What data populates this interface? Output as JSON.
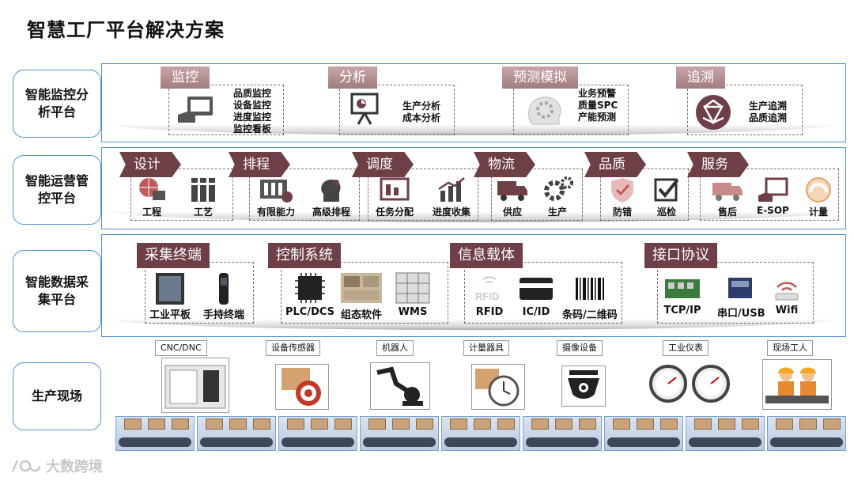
{
  "title": "智慧工厂平台解决方案",
  "row_labels": [
    "智能监控分析平台",
    "智能运营管控平台",
    "智能数据采集平台",
    "生产现场"
  ],
  "monitor": [
    {
      "tag": "监控",
      "items": [
        "品质监控",
        "设备监控",
        "进度监控",
        "监控看板"
      ]
    },
    {
      "tag": "分析",
      "items": [
        "生产分析",
        "成本分析"
      ]
    },
    {
      "tag": "预测模拟",
      "items": [
        "业务预警",
        "质量SPC",
        "产能预测"
      ]
    },
    {
      "tag": "追溯",
      "items": [
        "生产追溯",
        "品质追溯"
      ]
    }
  ],
  "operations": [
    {
      "tag": "设计",
      "items": [
        "工程",
        "工艺"
      ]
    },
    {
      "tag": "排程",
      "items": [
        "有限能力",
        "高级排程"
      ]
    },
    {
      "tag": "调度",
      "items": [
        "任务分配",
        "进度收集"
      ]
    },
    {
      "tag": "物流",
      "items": [
        "供应",
        "生产"
      ]
    },
    {
      "tag": "品质",
      "items": [
        "防错",
        "巡检"
      ]
    },
    {
      "tag": "服务",
      "items": [
        "售后",
        "E-SOP",
        "计量"
      ]
    }
  ],
  "collection": [
    {
      "tag": "采集终端",
      "items": [
        "工业平板",
        "手持终端"
      ]
    },
    {
      "tag": "控制系统",
      "items": [
        "PLC/DCS",
        "组态软件",
        "WMS"
      ]
    },
    {
      "tag": "信息载体",
      "items": [
        "RFID",
        "IC/ID",
        "条码/二维码"
      ]
    },
    {
      "tag": "接口协议",
      "items": [
        "TCP/IP",
        "串口/USB",
        "Wifi"
      ]
    }
  ],
  "rfid_icon_text": "RFID",
  "field": [
    "CNC/DNC",
    "设备传感器",
    "机器人",
    "计量器具",
    "摄像设备",
    "工业仪表",
    "现场工人"
  ],
  "watermark": "大数跨境",
  "colors": {
    "accent": "#6e3f46",
    "tag_light": "#b48e92",
    "frame": "#4f8fd0"
  }
}
